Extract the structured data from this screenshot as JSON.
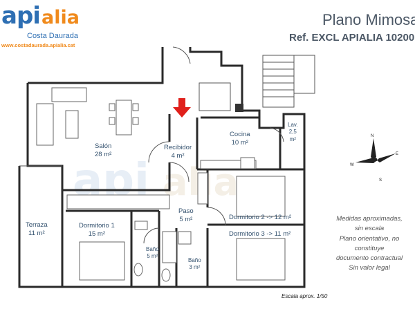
{
  "brand": {
    "name_part1": "api",
    "name_part2": "alia",
    "subtitle": "Costa Daurada",
    "url": "www.costadaurada.apialia.cat"
  },
  "header": {
    "title": "Plano Mimosa",
    "reference": "Ref. EXCL APIALIA 10200"
  },
  "rooms": {
    "salon": {
      "name": "Salón",
      "area": "28 m²"
    },
    "recibidor": {
      "name": "Recibidor",
      "area": "4 m²"
    },
    "cocina": {
      "name": "Cocina",
      "area": "10 m²"
    },
    "lavadero": {
      "name": "Lav.",
      "area_num": "2,5",
      "area_unit": "m²"
    },
    "terraza": {
      "name": "Terraza",
      "area": "11 m²"
    },
    "dormitorio1": {
      "name": "Dormitorio 1",
      "area": "15 m²"
    },
    "paso": {
      "name": "Paso",
      "area": "5 m²"
    },
    "dormitorio2": {
      "name": "Dormitorio 2 -> 12 m²"
    },
    "dormitorio3": {
      "name": "Dormitorio 3 -> 11 m²"
    },
    "bano1": {
      "name": "Baño",
      "area": "5 m²"
    },
    "bano2": {
      "name": "Baño",
      "area": "3 m²"
    }
  },
  "compass": {
    "n": "N",
    "s": "S",
    "e": "E",
    "w": "W"
  },
  "disclaimer": [
    "Medidas aproximadas,",
    "sin escala",
    "Plano orientativo, no",
    "constituye",
    "documento contractual",
    "Sin valor legal"
  ],
  "scale": "Escala aprox. 1/50",
  "colors": {
    "brand_blue": "#2e6fb3",
    "brand_orange": "#f08a1c",
    "entrance_arrow": "#e0201b"
  }
}
